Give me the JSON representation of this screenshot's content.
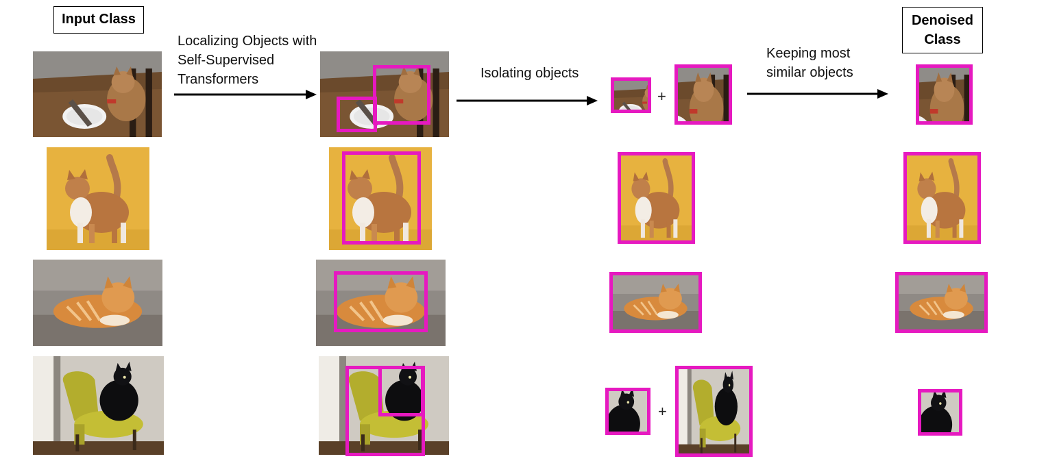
{
  "labels": {
    "input_class": "Input Class",
    "denoised_class": "Denoised\nClass"
  },
  "steps": {
    "localize": "Localizing Objects with Self-Supervised Transformers",
    "isolate": "Isolating objects",
    "keep": "Keeping most similar objects"
  },
  "plus": "+",
  "colors": {
    "highlight": "#e619c0",
    "arrow": "#000000"
  }
}
